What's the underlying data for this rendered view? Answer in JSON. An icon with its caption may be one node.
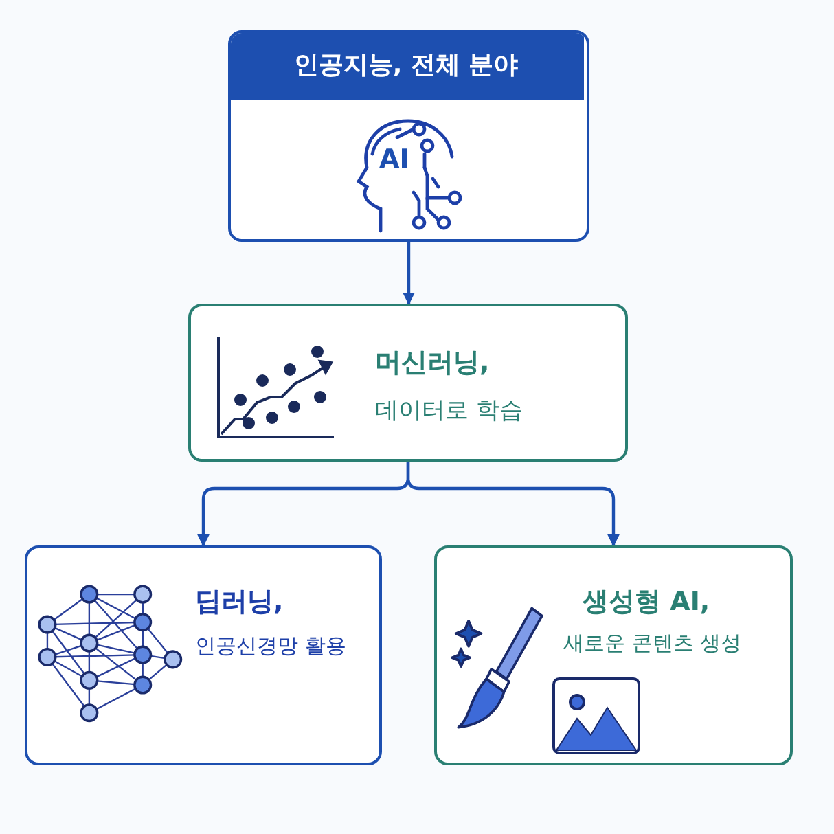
{
  "diagram": {
    "nodes": [
      {
        "text": [
          "인공지능, 전체 분야",
          "AI"
        ]
      },
      {
        "text": [
          "머신러닝,",
          "데이터로 학습"
        ]
      },
      {
        "text": [
          "딥러닝,",
          "인공신경망 활용"
        ]
      },
      {
        "text": [
          "생성형 AI,",
          "새로운 콘텐츠 생성"
        ]
      }
    ],
    "edges": [
      {
        "from": 0,
        "to": 1,
        "arrow": "to"
      },
      {
        "from": 1,
        "to": 2,
        "arrow": "to"
      },
      {
        "from": 1,
        "to": 3,
        "arrow": "to"
      }
    ]
  }
}
